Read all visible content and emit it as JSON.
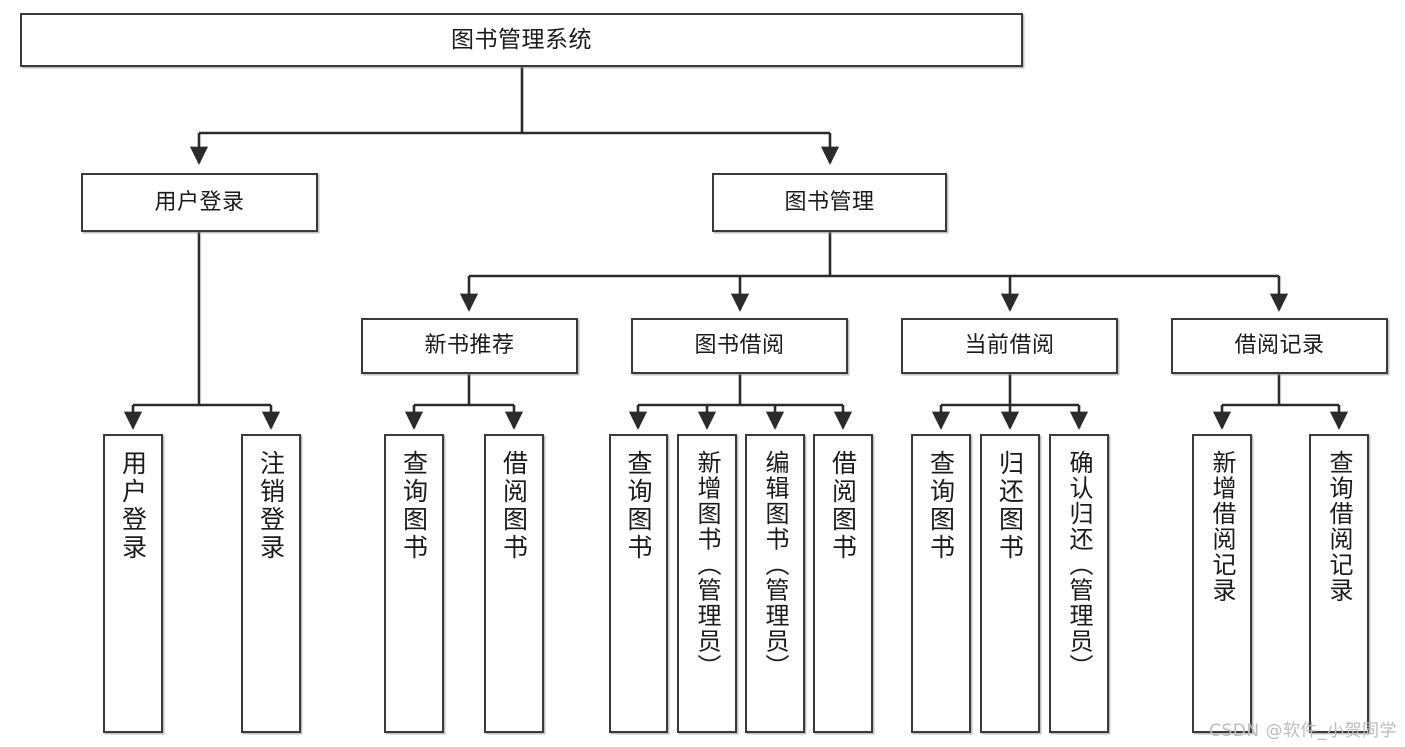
{
  "diagram": {
    "title": "图书管理系统",
    "type": "tree-hierarchy-diagram",
    "watermark": "CSDN @软件_小贺同学",
    "colors": {
      "box_border": "#3a3a3a",
      "box_fill": "#ffffff",
      "edge": "#2b2b2b",
      "text": "#1b1b1b",
      "watermark": "#bdbdbd"
    }
  },
  "nodes": {
    "root": {
      "label": "图书管理系统"
    },
    "level2": [
      {
        "id": "user-login",
        "label": "用户登录"
      },
      {
        "id": "book-manage",
        "label": "图书管理"
      }
    ],
    "level3": [
      {
        "id": "new-book-recommend",
        "label": "新书推荐"
      },
      {
        "id": "book-borrow",
        "label": "图书借阅"
      },
      {
        "id": "current-borrow",
        "label": "当前借阅"
      },
      {
        "id": "borrow-record",
        "label": "借阅记录"
      }
    ],
    "leaves": {
      "user_login": [
        {
          "id": "leaf-user-login",
          "label": "用户登录"
        },
        {
          "id": "leaf-logout-login",
          "label": "注销登录"
        }
      ],
      "new_book_recommend": [
        {
          "id": "leaf-query-book-1",
          "label": "查询图书"
        },
        {
          "id": "leaf-borrow-book-1",
          "label": "借阅图书"
        }
      ],
      "book_borrow": [
        {
          "id": "leaf-query-book-2",
          "label": "查询图书"
        },
        {
          "id": "leaf-add-book",
          "label": "新增图书（管理员）"
        },
        {
          "id": "leaf-edit-book",
          "label": "编辑图书（管理员）"
        },
        {
          "id": "leaf-borrow-book-2",
          "label": "借阅图书"
        }
      ],
      "current_borrow": [
        {
          "id": "leaf-query-book-3",
          "label": "查询图书"
        },
        {
          "id": "leaf-return-book",
          "label": "归还图书"
        },
        {
          "id": "leaf-confirm-return",
          "label": "确认归还（管理员）"
        }
      ],
      "borrow_record": [
        {
          "id": "leaf-add-record",
          "label": "新增借阅记录"
        },
        {
          "id": "leaf-query-record",
          "label": "查询借阅记录"
        }
      ]
    }
  }
}
